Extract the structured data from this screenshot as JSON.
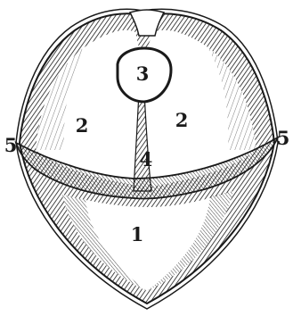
{
  "figure": {
    "labels": {
      "region_1": "1",
      "region_2_left": "2",
      "region_2_right": "2",
      "region_3": "3",
      "region_4": "4",
      "region_5_left": "5",
      "region_5_right": "5"
    },
    "colors": {
      "ink": "#1a1a1a",
      "paper": "#ffffff",
      "shade": "#555555"
    }
  }
}
